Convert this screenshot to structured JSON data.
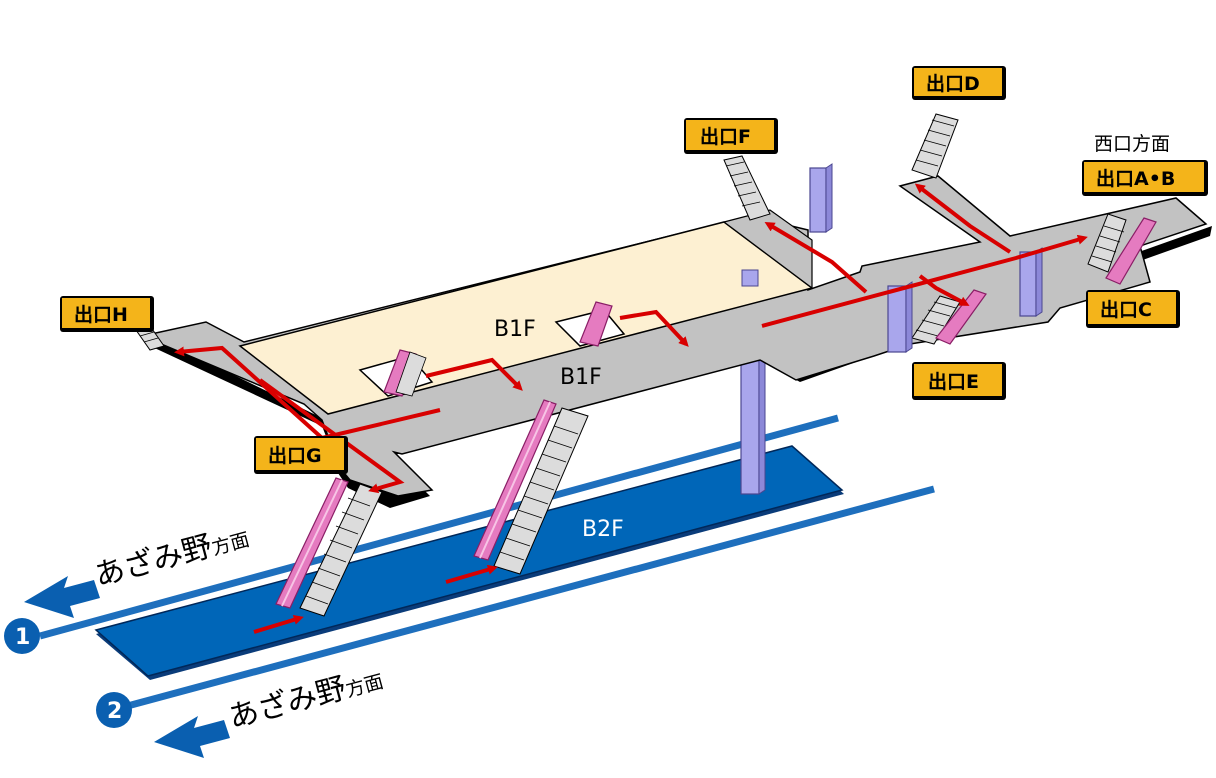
{
  "floors": {
    "b1_main": "B1F",
    "b1_upper": "B1F",
    "b2": "B2F"
  },
  "exits": {
    "a_b": "出口A•B",
    "c": "出口C",
    "d": "出口D",
    "e": "出口E",
    "f": "出口F",
    "g": "出口G",
    "h": "出口H"
  },
  "west_direction": "西口方面",
  "tracks": [
    {
      "number": "1",
      "direction_main": "あざみ野",
      "direction_suffix": "方面"
    },
    {
      "number": "2",
      "direction_main": "あざみ野",
      "direction_suffix": "方面"
    }
  ],
  "colors": {
    "exit_label_bg": "#f4b41a",
    "concourse_gray": "#c2c2c2",
    "paid_area_beige": "#fdf0d2",
    "route_arrow_red": "#d80000",
    "platform_blue": "#0066b8",
    "track_line_blue": "#1e6fbd",
    "escalator_pink": "#e57bc0",
    "pillar_lavender": "#a9a6ec",
    "track_badge_blue": "#0a5fb0"
  }
}
